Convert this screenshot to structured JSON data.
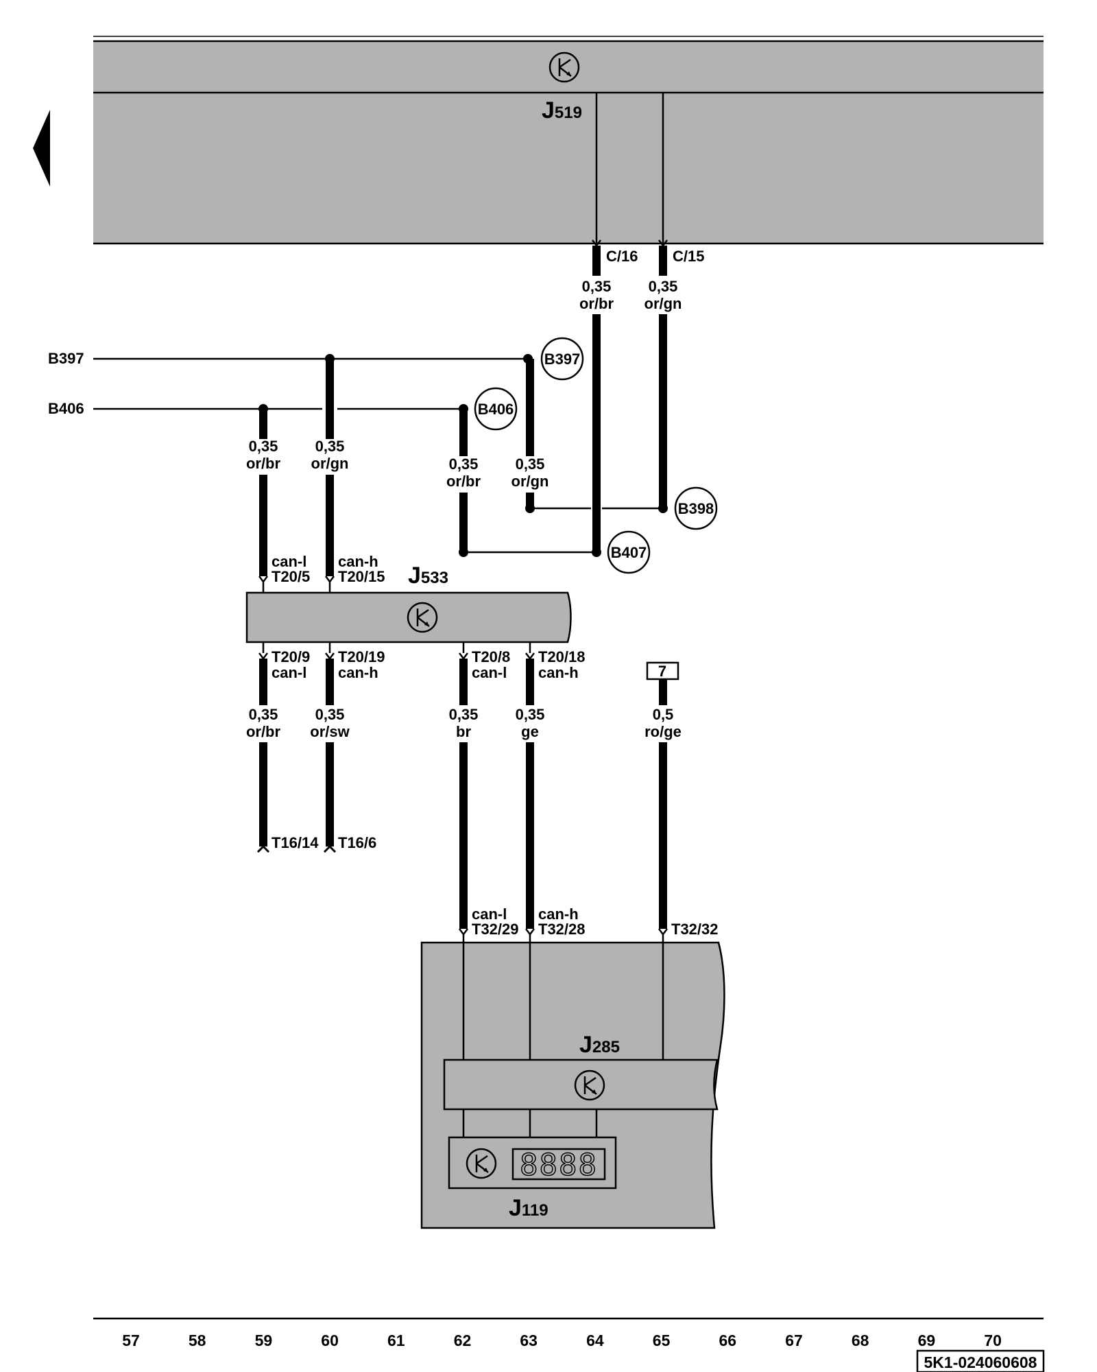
{
  "components": {
    "j519": {
      "letter": "J",
      "number": "519",
      "icon": "control-unit-icon"
    },
    "j533": {
      "letter": "J",
      "number": "533",
      "icon": "control-unit-icon"
    },
    "j285": {
      "letter": "J",
      "number": "285",
      "icon": "control-unit-icon"
    },
    "j119": {
      "letter": "J",
      "number": "119",
      "icon": "control-unit-icon",
      "display": "8888"
    }
  },
  "pins": {
    "c16": "C/16",
    "c15": "C/15",
    "t20_5": "T20/5",
    "t20_15": "T20/15",
    "t20_9": "T20/9",
    "t20_19": "T20/19",
    "t20_8": "T20/8",
    "t20_18": "T20/18",
    "t16_14": "T16/14",
    "t16_6": "T16/6",
    "t32_29": "T32/29",
    "t32_28": "T32/28",
    "t32_32": "T32/32"
  },
  "signals": {
    "can_l": "can-l",
    "can_h": "can-h"
  },
  "wires": {
    "w64": {
      "size": "0,35",
      "color": "or/br"
    },
    "w65": {
      "size": "0,35",
      "color": "or/gn"
    },
    "w59_top": {
      "size": "0,35",
      "color": "or/br"
    },
    "w60_top": {
      "size": "0,35",
      "color": "or/gn"
    },
    "w62_top": {
      "size": "0,35",
      "color": "or/br"
    },
    "w63_top": {
      "size": "0,35",
      "color": "or/gn"
    },
    "w59_bot": {
      "size": "0,35",
      "color": "or/br"
    },
    "w60_bot": {
      "size": "0,35",
      "color": "or/sw"
    },
    "w62_bot": {
      "size": "0,35",
      "color": "br"
    },
    "w63_bot": {
      "size": "0,35",
      "color": "ge"
    },
    "w65_bot": {
      "size": "0,5",
      "color": "ro/ge"
    }
  },
  "connections": {
    "b397_ref": "B397",
    "b406_ref": "B406",
    "b397": "B397",
    "b406": "B406",
    "b398": "B398",
    "b407": "B407"
  },
  "fuse_ref": "7",
  "grid_numbers": [
    "57",
    "58",
    "59",
    "60",
    "61",
    "62",
    "63",
    "64",
    "65",
    "66",
    "67",
    "68",
    "69",
    "70"
  ],
  "doc_id": "5K1-024060608"
}
